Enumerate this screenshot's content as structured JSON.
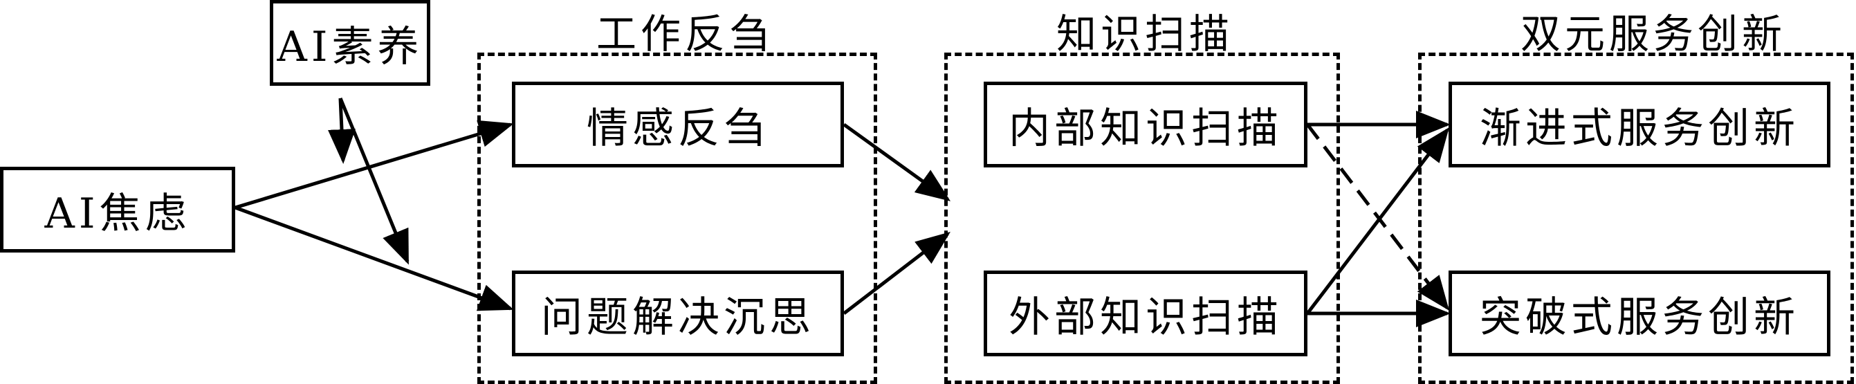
{
  "groups": {
    "work_reflection": "工作反刍",
    "knowledge_scanning": "知识扫描",
    "dual_innovation": "双元服务创新"
  },
  "nodes": {
    "ai_literacy": "AI素养",
    "ai_anxiety": "AI焦虑",
    "affective_rumination": "情感反刍",
    "problem_solving_pondering": "问题解决沉思",
    "internal_knowledge_scanning": "内部知识扫描",
    "external_knowledge_scanning": "外部知识扫描",
    "incremental_service_innovation": "渐进式服务创新",
    "radical_service_innovation": "突破式服务创新"
  }
}
